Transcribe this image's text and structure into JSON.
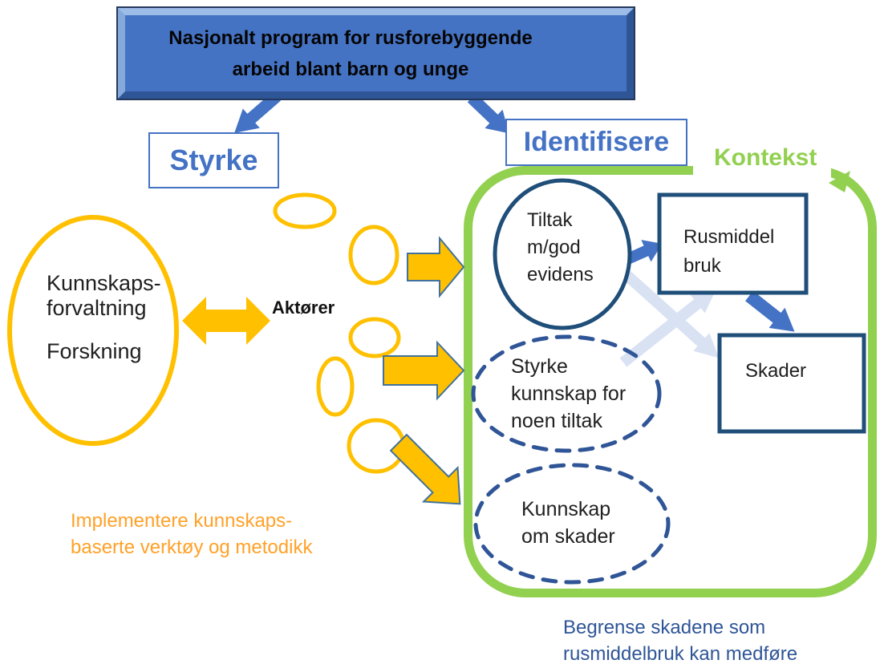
{
  "diagram": {
    "title": {
      "line1": "Nasjonalt program for rusforebyggende",
      "line2": "arbeid blant barn og unge"
    },
    "branch_left_label": "Styrke",
    "branch_right_label": "Identifisere",
    "context_label": "Kontekst",
    "actors_label": "Aktører",
    "knowledge_ellipse": {
      "line1": "Kunnskaps-",
      "line2": "forvaltning",
      "line3": "Forskning"
    },
    "tiltak_circle": {
      "line1": "Tiltak",
      "line2": "m/god",
      "line3": "evidens"
    },
    "rusmiddel_box": {
      "line1": "Rusmiddel",
      "line2": "bruk"
    },
    "skader_box": {
      "label": "Skader"
    },
    "styrke_kunnskap_ellipse": {
      "line1": "Styrke",
      "line2": "kunnskap for",
      "line3": "noen tiltak"
    },
    "kunnskap_skader_ellipse": {
      "line1": "Kunnskap",
      "line2": "om skader"
    },
    "caption_implement": {
      "line1": "Implementere kunnskaps-",
      "line2": "baserte verktøy og metodikk"
    },
    "caption_begrense": {
      "line1": "Begrense skadene som",
      "line2": "rusmiddelbruk kan medføre"
    }
  },
  "colors": {
    "accent_blue": "#4472C4",
    "navy_solid": "#1F4E79",
    "navy_dashed": "#2F5597",
    "green": "#92D050",
    "orange_shape": "#FFC000",
    "pale_blue": "#D9E2F3",
    "orange_text": "#FFA128",
    "blue_caption": "#2F5597",
    "title_fill": "#4573C4"
  }
}
